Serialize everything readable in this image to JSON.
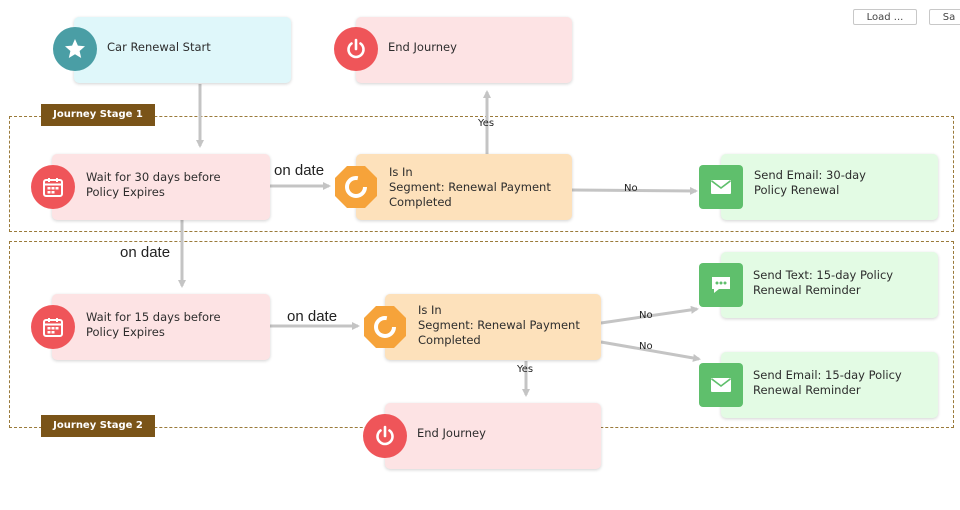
{
  "toolbar": {
    "load_label": "Load ...",
    "save_label": "Sa"
  },
  "stages": {
    "stage1": "Journey Stage 1",
    "stage2": "Journey Stage 2"
  },
  "nodes": {
    "start": "Car Renewal Start",
    "end_top": "End Journey",
    "wait30": "Wait for 30 days before\nPolicy Expires",
    "segment1": "Is In\nSegment: Renewal Payment\nCompleted",
    "email30": "Send Email: 30-day\nPolicy Renewal",
    "wait15": "Wait for 15 days before\nPolicy Expires",
    "segment2": "Is In\nSegment: Renewal Payment\nCompleted",
    "text15": "Send Text: 15-day Policy\nRenewal Reminder",
    "email15": "Send Email: 15-day Policy\nRenewal Reminder",
    "end_bottom": "End Journey"
  },
  "edges": {
    "wait30_to_segment1": "on date",
    "wait30_to_wait15": "on date",
    "wait15_to_segment2": "on date",
    "segment1_yes": "Yes",
    "segment1_no": "No",
    "segment2_no_text": "No",
    "segment2_no_email": "No",
    "segment2_yes": "Yes"
  },
  "colors": {
    "start_fill": "#dff7fa",
    "start_icon": "#4a9ea5",
    "end_fill": "#fde3e4",
    "end_icon": "#ef5559",
    "wait_fill": "#fde3e4",
    "wait_icon": "#ef5559",
    "segment_fill": "#fde1bb",
    "segment_icon": "#f6a33a",
    "action_fill": "#e3fbe4",
    "action_icon": "#5fbf6c",
    "stage_label": "#7a5418",
    "connector": "#c4c4c4"
  },
  "icons": {
    "start": "star-icon",
    "end": "power-icon",
    "wait": "calendar-icon",
    "segment": "segment-icon",
    "email": "envelope-icon",
    "text": "chat-icon"
  }
}
